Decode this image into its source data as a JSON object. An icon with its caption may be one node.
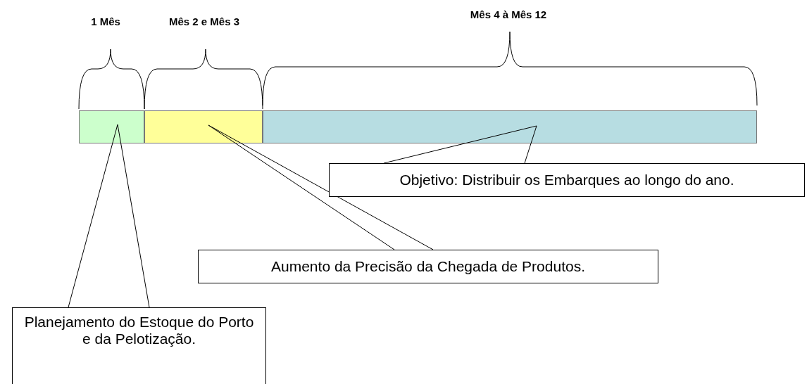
{
  "diagram": {
    "nodes": [
      {
        "text": [],
        "shape": "bar"
      },
      {
        "text": [],
        "shape": "bar"
      },
      {
        "text": [],
        "shape": "bar"
      },
      {
        "text": [
          "Objetivo: Distribuir os Embarques ao longo do ano."
        ]
      },
      {
        "text": [
          "Aumento da Precisão da Chegada de Produtos."
        ]
      },
      {
        "text": [
          "Planejamento do Estoque do Porto e da Pelotização."
        ]
      }
    ],
    "edges": [
      {
        "from": 3,
        "to": 2,
        "arrow": "none"
      },
      {
        "from": 4,
        "to": 1,
        "arrow": "none"
      },
      {
        "from": 5,
        "to": 0,
        "arrow": "none"
      }
    ],
    "labels": [
      "1 Mês",
      "Mês 2 e Mês 3",
      "Mês 4 à Mês 12"
    ]
  }
}
